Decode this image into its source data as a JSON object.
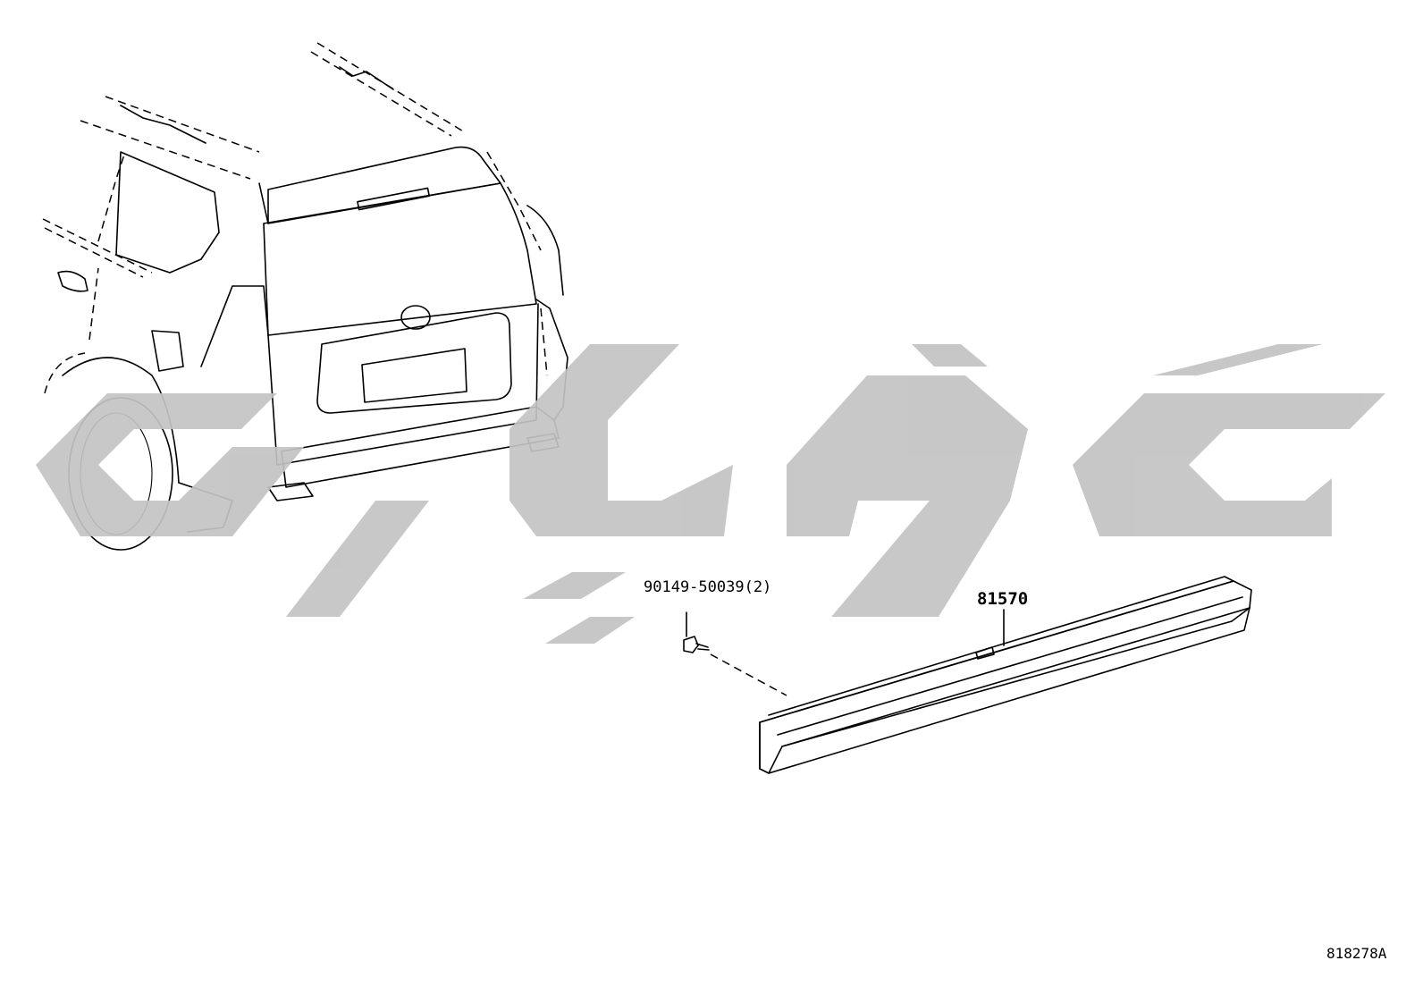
{
  "diagram": {
    "drawing_number": "818278A",
    "watermark_color": "#c3c3c3",
    "line_color": "#000000",
    "parts": [
      {
        "part_number": "90149-50039(2)"
      },
      {
        "part_number": "81570"
      }
    ]
  }
}
